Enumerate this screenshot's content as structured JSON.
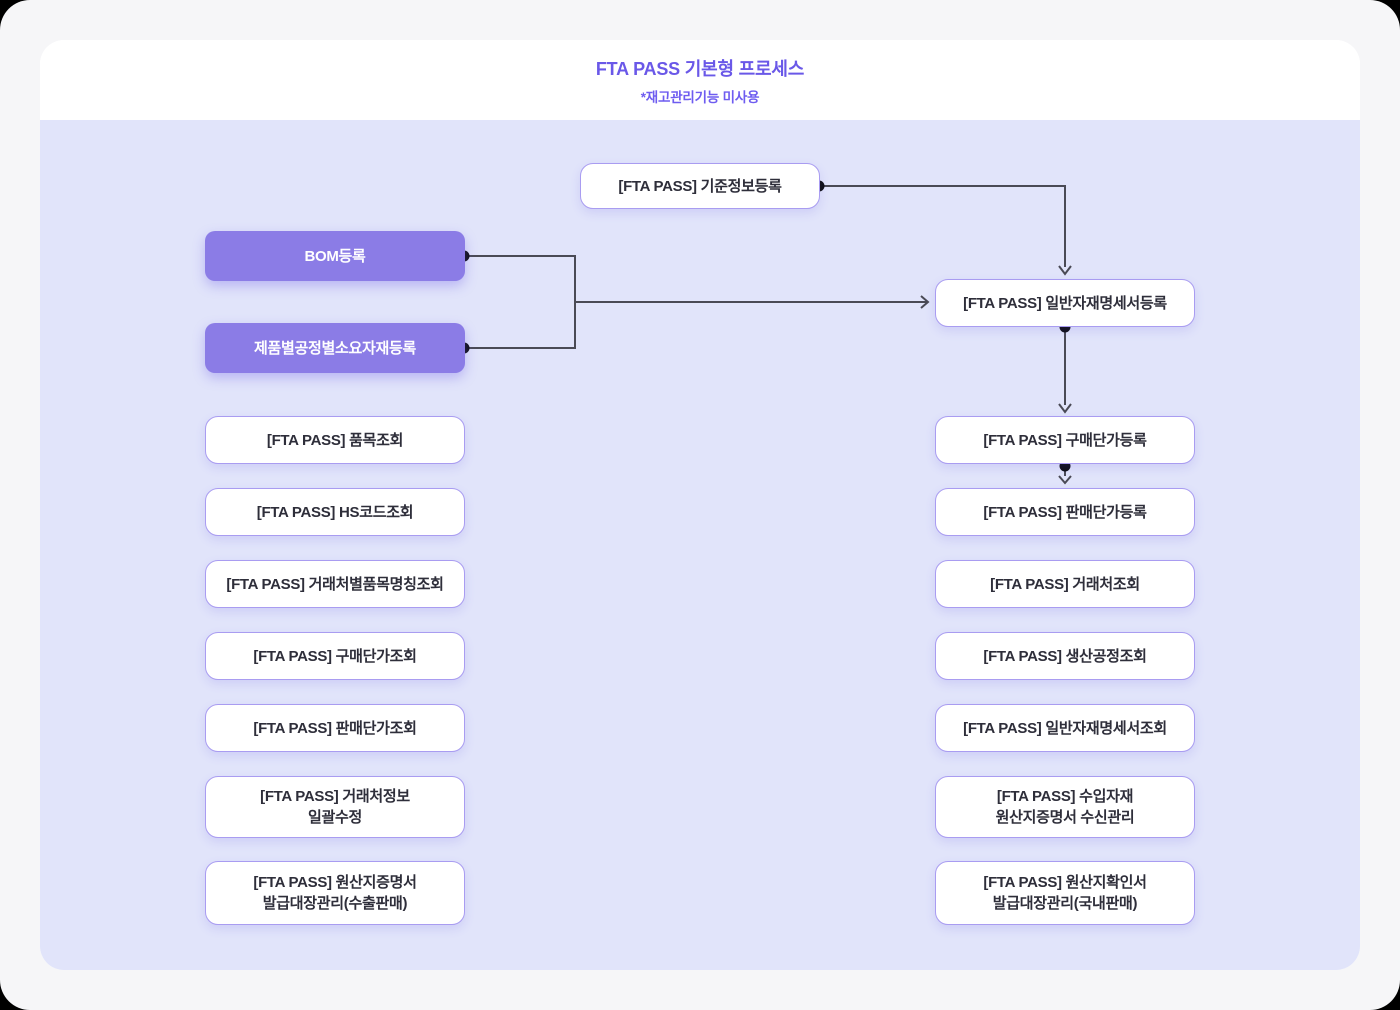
{
  "header": {
    "title": "FTA PASS 기본형 프로세스",
    "subtitle": "*재고관리기능 미사용"
  },
  "colors": {
    "accent": "#6A58E8",
    "canvas_background": "#E1E4FA",
    "page_background": "#F6F6F8",
    "node_fill_purple": "#8B7CE6",
    "node_border": "#A99CF1",
    "connector_line": "#4A4A55",
    "connector_dot": "#0D0D12"
  },
  "nodes": {
    "top": {
      "label": "[FTA PASS] 기준정보등록"
    },
    "left": [
      {
        "label": "BOM등록"
      },
      {
        "label": "제품별공정별소요자재등록"
      },
      {
        "label": "[FTA PASS] 품목조회"
      },
      {
        "label": "[FTA PASS] HS코드조회"
      },
      {
        "label": "[FTA PASS] 거래처별품목명칭조회"
      },
      {
        "label": "[FTA PASS] 구매단가조회"
      },
      {
        "label": "[FTA PASS] 판매단가조회"
      },
      {
        "label": "[FTA PASS] 거래처정보\n일괄수정"
      },
      {
        "label": "[FTA PASS] 원산지증명서\n발급대장관리(수출판매)"
      }
    ],
    "right": [
      {
        "label": "[FTA PASS] 일반자재명세서등록"
      },
      {
        "label": "[FTA PASS] 구매단가등록"
      },
      {
        "label": "[FTA PASS] 판매단가등록"
      },
      {
        "label": "[FTA PASS] 거래처조회"
      },
      {
        "label": "[FTA PASS] 생산공정조회"
      },
      {
        "label": "[FTA PASS] 일반자재명세서조회"
      },
      {
        "label": "[FTA PASS] 수입자재\n원산지증명서 수신관리"
      },
      {
        "label": "[FTA PASS] 원산지확인서\n발급대장관리(국내판매)"
      }
    ]
  }
}
